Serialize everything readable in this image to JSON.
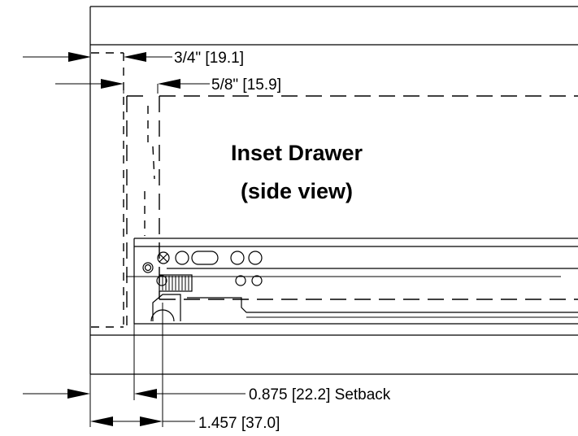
{
  "title": {
    "line1": "Inset Drawer",
    "line2": "(side view)"
  },
  "dimensions": {
    "face_thickness": "3/4\" [19.1]",
    "drawer_side": "5/8\" [15.9]",
    "setback": "0.875 [22.2] Setback",
    "total": "1.457 [37.0]"
  }
}
